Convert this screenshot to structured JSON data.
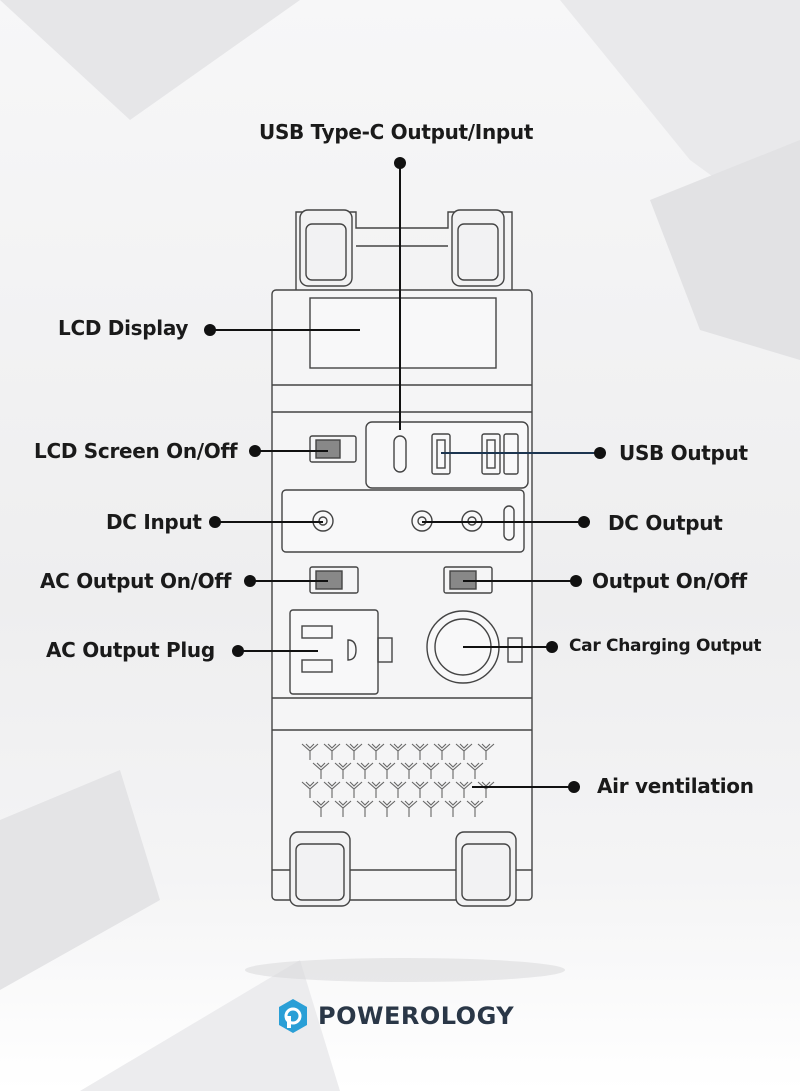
{
  "labels": {
    "usb_c": "USB Type-C Output/Input",
    "lcd_display": "LCD Display",
    "lcd_screen_onoff": "LCD Screen On/Off",
    "usb_output": "USB Output",
    "dc_input": "DC Input",
    "dc_output": "DC Output",
    "ac_output_onoff": "AC Output On/Off",
    "output_onoff": "Output On/Off",
    "ac_output_plug": "AC Output Plug",
    "car_charging_output": "Car Charging Output",
    "air_ventilation": "Air ventilation"
  },
  "brand": {
    "name": "POWEROLOGY",
    "icon": "powerology-logo-icon",
    "accent_color": "#2a9fd6",
    "text_color": "#2a3747"
  },
  "colors": {
    "line": "#111111",
    "device_stroke": "#444444",
    "usb_output_line": "#1c3550"
  }
}
